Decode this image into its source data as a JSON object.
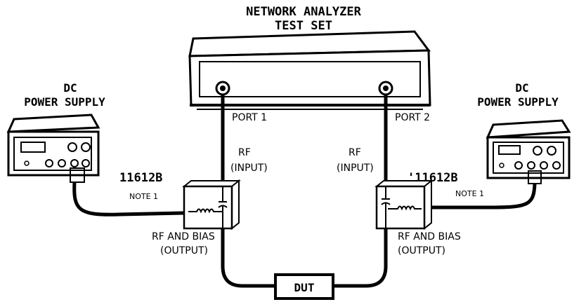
{
  "analyzer": {
    "title_line1": "NETWORK ANALYZER",
    "title_line2": "TEST SET",
    "port1_label": "PORT 1",
    "port2_label": "PORT 2"
  },
  "left_supply": {
    "title_line1": "DC",
    "title_line2": "POWER SUPPLY"
  },
  "right_supply": {
    "title_line1": "DC",
    "title_line2": "POWER SUPPLY"
  },
  "left_bias_tee": {
    "model": "11612B",
    "rf_input_line1": "RF",
    "rf_input_line2": "(INPUT)",
    "output_line1": "RF AND BIAS",
    "output_line2": "(OUTPUT)",
    "note": "NOTE 1"
  },
  "right_bias_tee": {
    "model": "'11612B",
    "rf_input_line1": "RF",
    "rf_input_line2": "(INPUT)",
    "output_line1": "RF AND BIAS",
    "output_line2": "(OUTPUT)",
    "note": "NOTE 1"
  },
  "dut": {
    "label": "DUT"
  }
}
